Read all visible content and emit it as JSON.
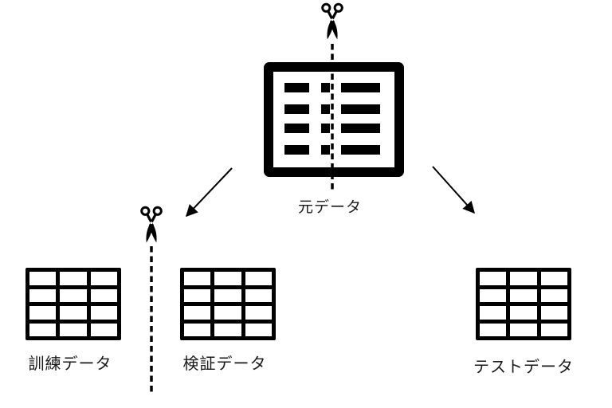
{
  "diagram": {
    "source": {
      "label": "元データ"
    },
    "splits": [
      {
        "id": "train",
        "label": "訓練データ"
      },
      {
        "id": "validation",
        "label": "検証データ"
      },
      {
        "id": "test",
        "label": "テストデータ"
      }
    ],
    "icons": {
      "scissors_top": "scissors-icon",
      "scissors_split": "scissors-icon"
    },
    "colors": {
      "ink": "#000000",
      "background": "#ffffff"
    },
    "table_grid": {
      "rows": 4,
      "cols": 3
    }
  }
}
